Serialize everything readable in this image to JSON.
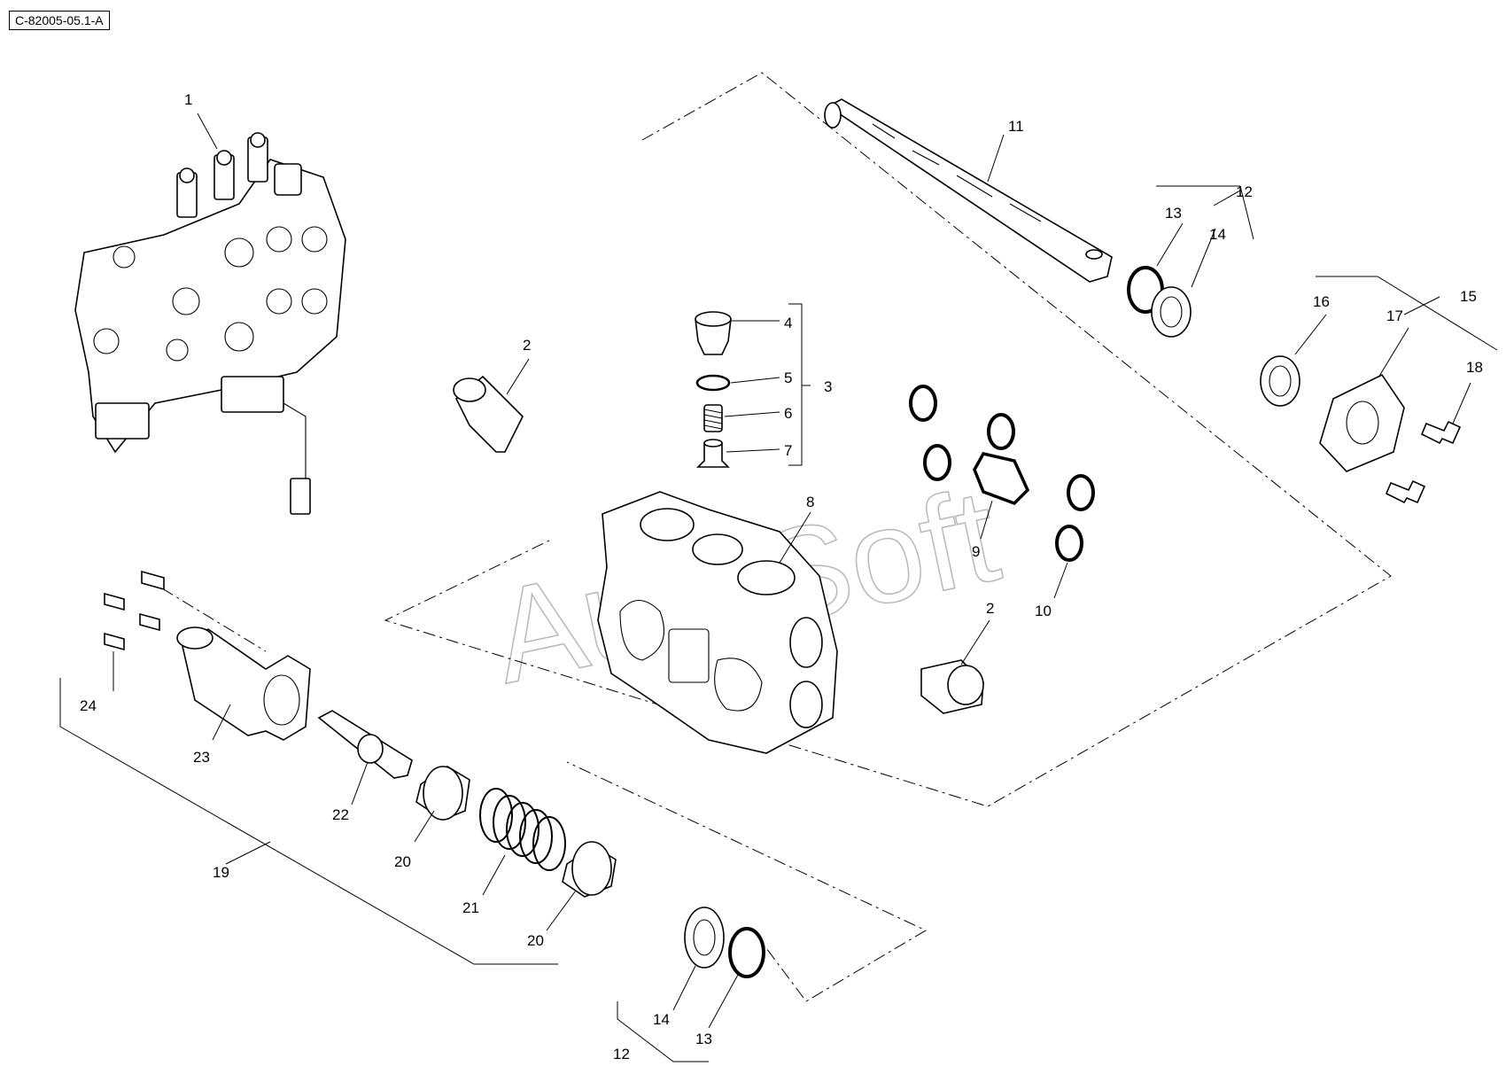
{
  "reference_code": "C-82005-05.1-A",
  "watermark": "AutoSoft",
  "callouts": {
    "c1": "1",
    "c2a": "2",
    "c2b": "2",
    "c3": "3",
    "c4": "4",
    "c5": "5",
    "c6": "6",
    "c7": "7",
    "c8": "8",
    "c9": "9",
    "c10": "10",
    "c11": "11",
    "c12a": "12",
    "c12b": "12",
    "c13a": "13",
    "c13b": "13",
    "c14a": "14",
    "c14b": "14",
    "c15": "15",
    "c16": "16",
    "c17": "17",
    "c18": "18",
    "c19": "19",
    "c20a": "20",
    "c20b": "20",
    "c21": "21",
    "c22": "22",
    "c23": "23",
    "c24": "24"
  }
}
